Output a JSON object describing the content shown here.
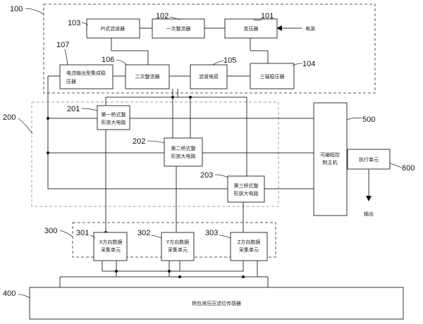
{
  "modules": {
    "pi_filter": "PI式滤波器",
    "first_rectifier": "一次整流器",
    "transformer": "变压器",
    "power_source": "电源",
    "current_output_regulator": [
      "电流输出型集成稳",
      "压器"
    ],
    "second_rectifier": "二次整流器",
    "filter_capacitor": "滤波电容",
    "three_terminal_regulator": "三端稳压器",
    "bridge_amp_1": [
      "第一桥式整",
      "形放大电路"
    ],
    "bridge_amp_2": [
      "第二桥式整",
      "形放大电路"
    ],
    "bridge_amp_3": [
      "第三桥式整",
      "形放大电路"
    ],
    "controller": [
      "可编程控",
      "制主机"
    ],
    "executor": "执行单元",
    "output": "输出",
    "x_collector": [
      "X方向数据",
      "采集单元"
    ],
    "y_collector": [
      "Y方向数据",
      "采集单元"
    ],
    "z_collector": [
      "Z方向数据",
      "采集单元"
    ],
    "sensor": "铁包液压压滤位传感器"
  },
  "refs": {
    "r100": "100",
    "r101": "101",
    "r102": "102",
    "r103": "103",
    "r104": "104",
    "r105": "105",
    "r106": "106",
    "r107": "107",
    "r200": "200",
    "r201": "201",
    "r202": "202",
    "r203": "203",
    "r300": "300",
    "r301": "301",
    "r302": "302",
    "r303": "303",
    "r400": "400",
    "r500": "500",
    "r600": "600"
  }
}
